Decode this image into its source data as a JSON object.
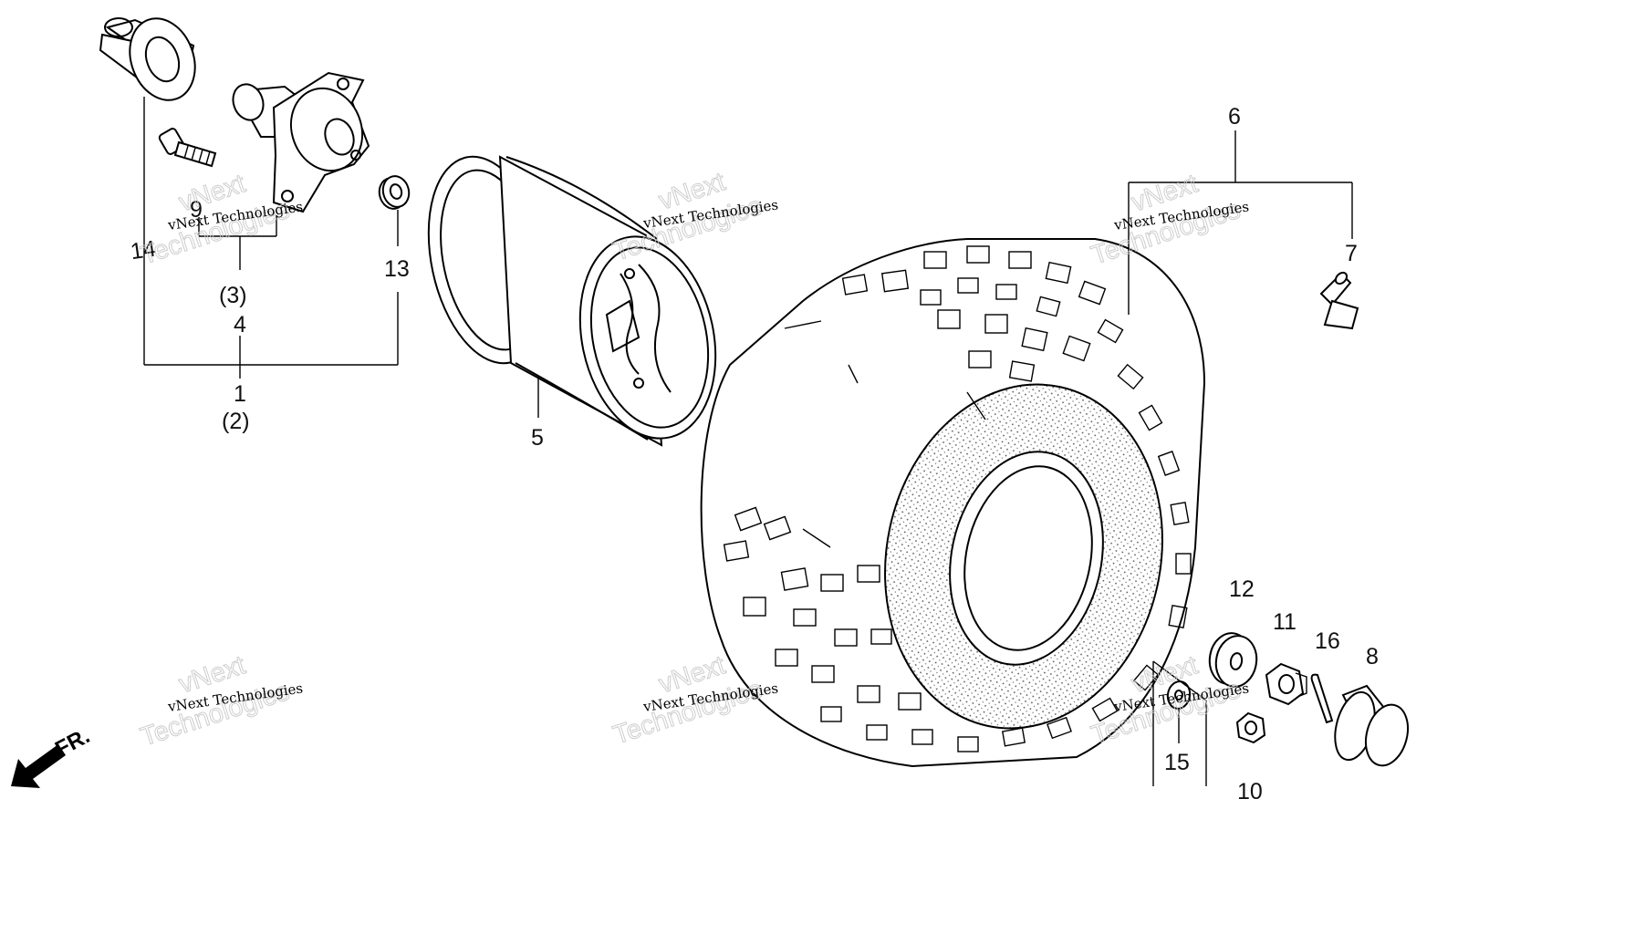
{
  "labels": {
    "p1": "1",
    "p2": "(2)",
    "p3": "(3)",
    "p4": "4",
    "p5": "5",
    "p6": "6",
    "p7": "7",
    "p8": "8",
    "p9": "9",
    "p10": "10",
    "p11": "11",
    "p12": "12",
    "p13": "13",
    "p14": "14",
    "p15": "15",
    "p16": "16"
  },
  "direction_label": "FR.",
  "watermark": {
    "line1": "vNext Technologies",
    "line2": "vNext",
    "line3": "Technologies"
  },
  "icons": {
    "direction_arrow": "arrow-down-left-icon"
  }
}
